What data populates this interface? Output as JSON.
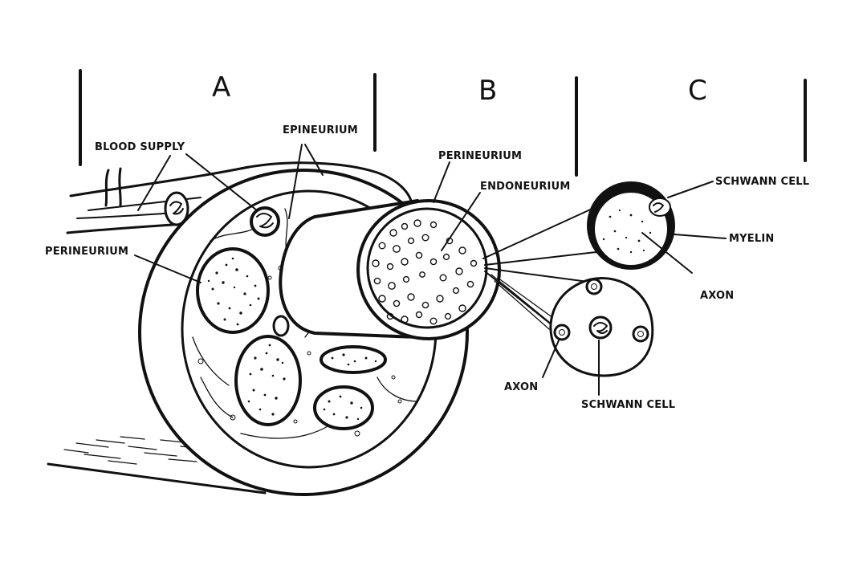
{
  "sections": {
    "a": "A",
    "b": "B",
    "c": "C"
  },
  "labels": {
    "blood_supply": "BLOOD SUPPLY",
    "epineurium": "EPINEURIUM",
    "perineurium_left": "PERINEURIUM",
    "perineurium_top": "PERINEURIUM",
    "endoneurium": "ENDONEURIUM",
    "schwann_cell_top": "SCHWANN CELL",
    "myelin": "MYELIN",
    "axon_right": "AXON",
    "axon_bottom": "AXON",
    "schwann_cell_bottom": "SCHWANN CELL"
  },
  "colors": {
    "ink": "#111111",
    "paper": "#ffffff"
  }
}
